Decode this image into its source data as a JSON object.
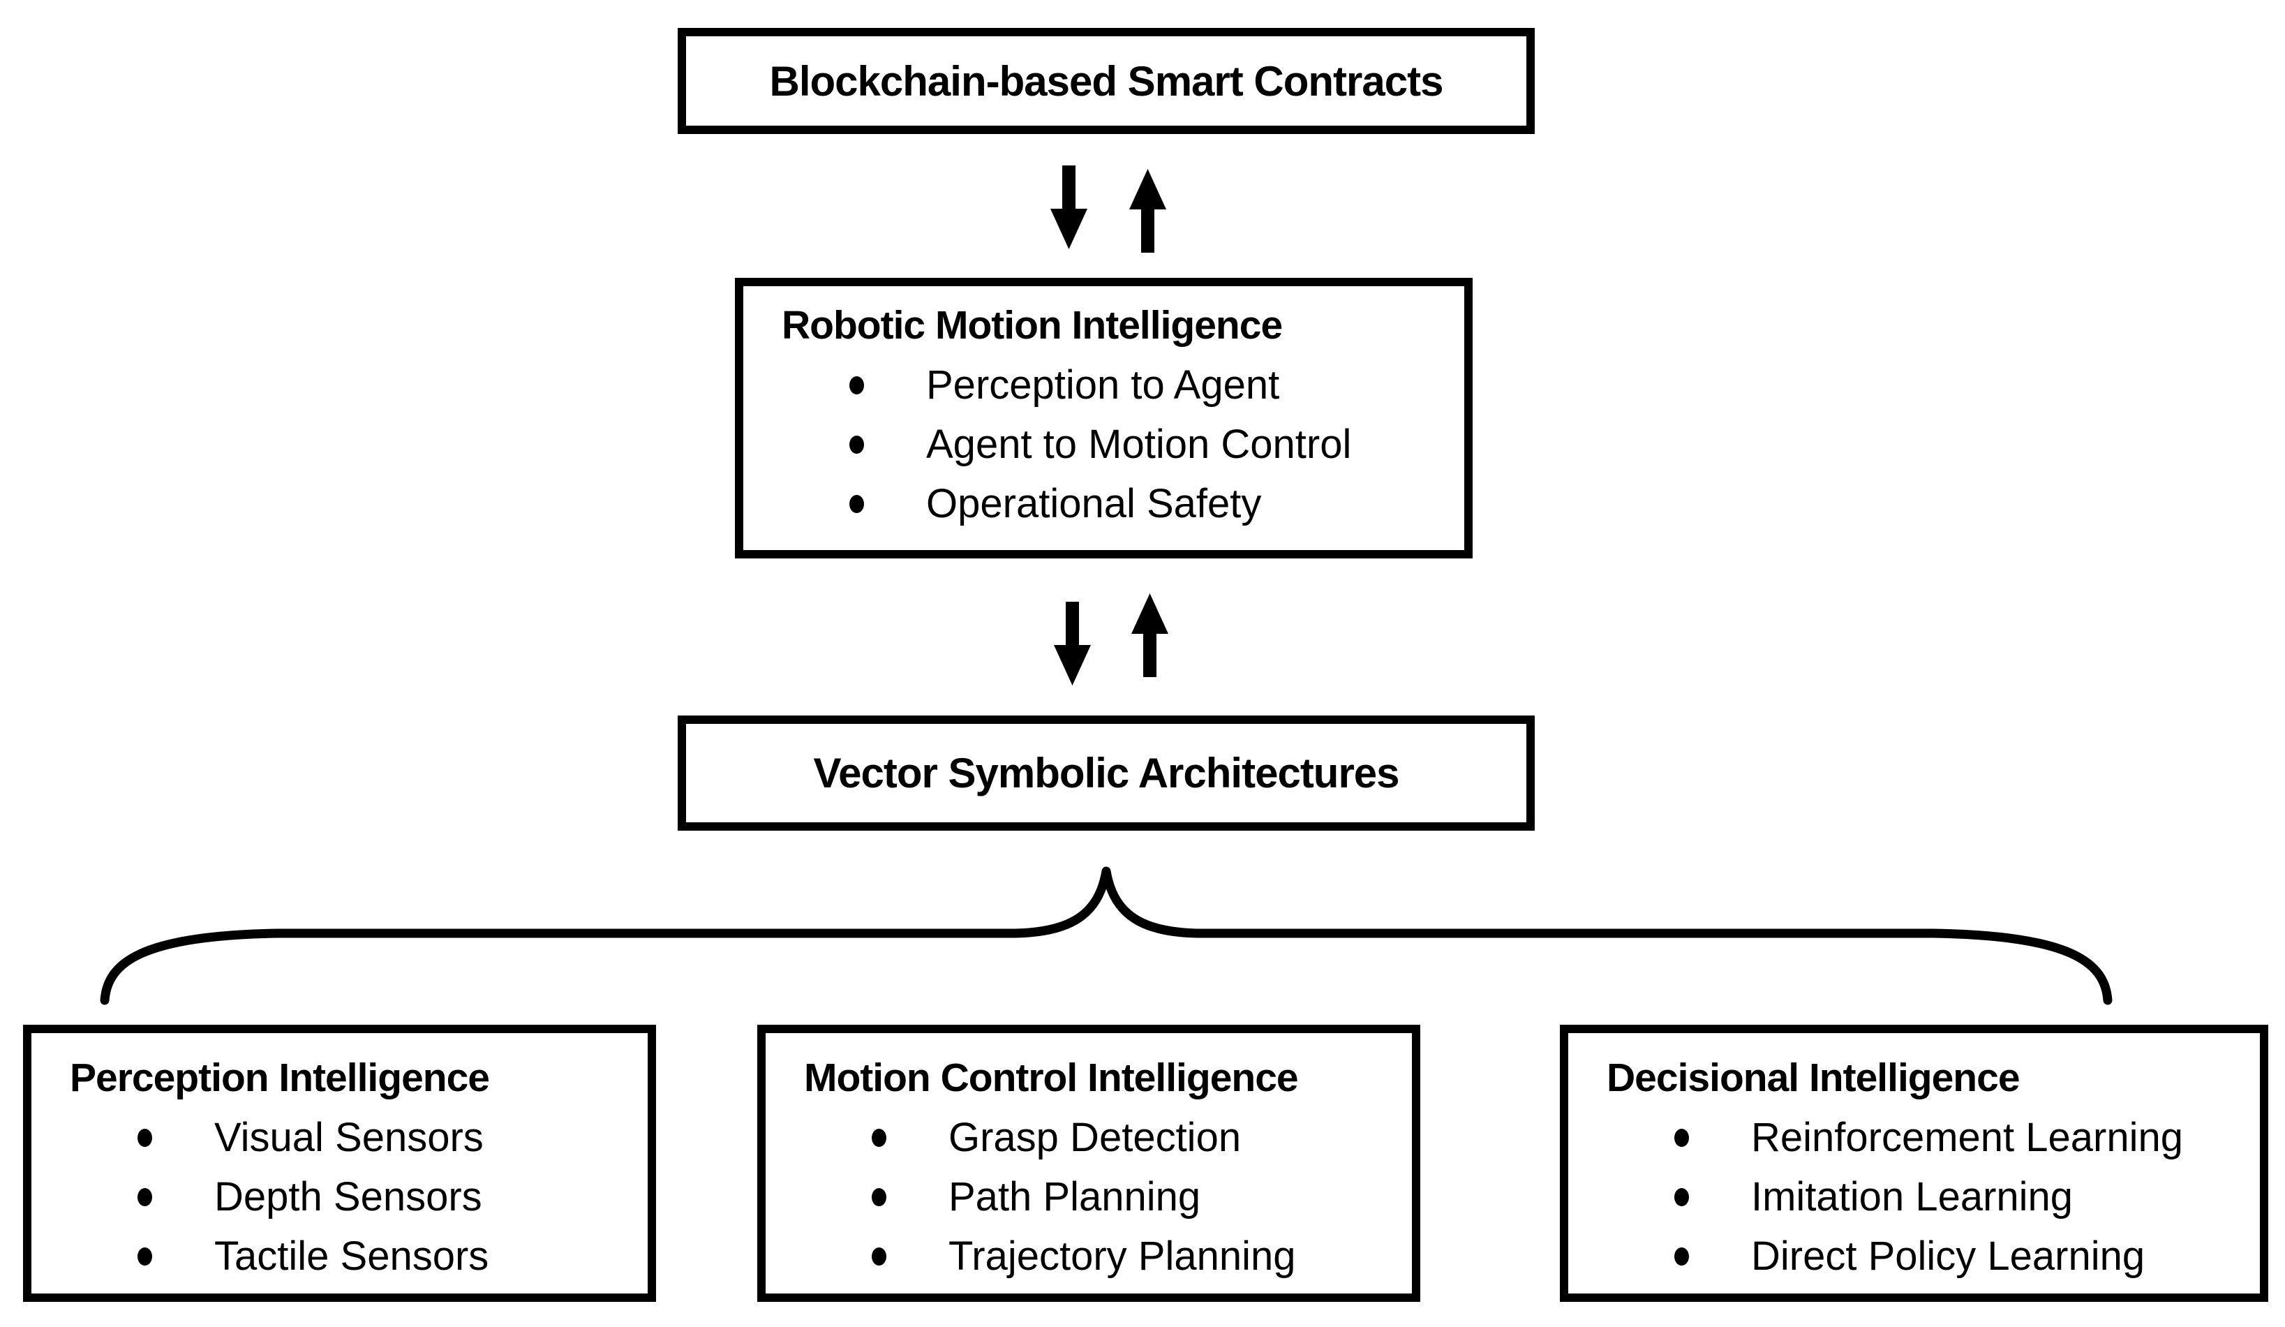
{
  "colors": {
    "line": "#000000",
    "background": "#ffffff",
    "text": "#000000"
  },
  "icons": {
    "down_arrow": "solid black down arrow",
    "up_arrow": "solid black up arrow",
    "brace": "upward curly brace",
    "bullet": "•"
  },
  "boxes": {
    "blockchain": {
      "title": "Blockchain-based Smart Contracts"
    },
    "robotic_motion": {
      "title": "Robotic Motion Intelligence",
      "bullets": [
        "Perception to Agent",
        "Agent to Motion Control",
        "Operational Safety"
      ]
    },
    "vsa": {
      "title": "Vector Symbolic Architectures"
    },
    "perception": {
      "title": "Perception Intelligence",
      "bullets": [
        "Visual Sensors",
        "Depth Sensors",
        "Tactile Sensors"
      ]
    },
    "motion_control": {
      "title": "Motion Control Intelligence",
      "bullets": [
        "Grasp Detection",
        "Path Planning",
        "Trajectory Planning"
      ]
    },
    "decisional": {
      "title": "Decisional Intelligence",
      "bullets": [
        "Reinforcement Learning",
        "Imitation Learning",
        "Direct Policy Learning"
      ]
    }
  }
}
